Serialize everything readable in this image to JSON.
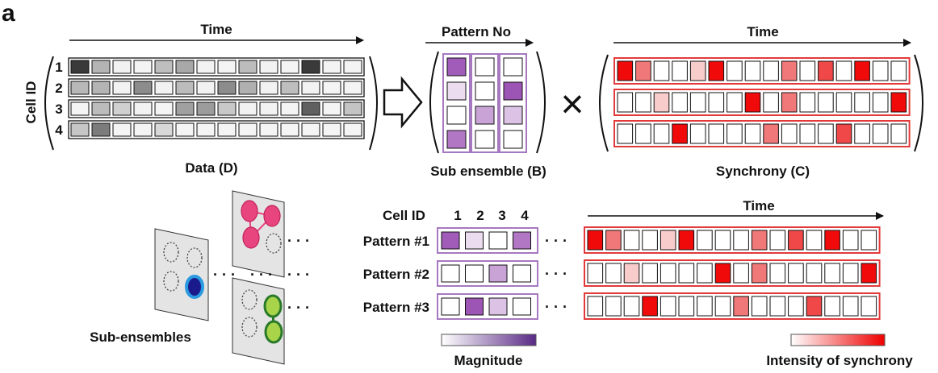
{
  "panel_label": "a",
  "top": {
    "data": {
      "time_label": "Time",
      "cell_id_label": "Cell ID",
      "row_labels": [
        "1",
        "2",
        "3",
        "4"
      ],
      "caption": "Data (D)",
      "rows": [
        [
          "#3a3a3a",
          "#b4b4b4",
          "#f2f2f2",
          "#f4f4f4",
          "#bebebe",
          "#a8a8a8",
          "#f2f2f2",
          "#f4f4f4",
          "#bcbcbc",
          "#f2f2f2",
          "#f4f4f4",
          "#3a3a3a",
          "#f4f4f4",
          "#f4f4f4"
        ],
        [
          "#b8b8b8",
          "#b4b4b4",
          "#f2f2f2",
          "#8c8c8c",
          "#f2f2f2",
          "#bcbcbc",
          "#f2f2f2",
          "#8c8c8c",
          "#b0b0b0",
          "#f2f2f2",
          "#bebebe",
          "#f2f2f2",
          "#f4f4f4",
          "#f4f4f4"
        ],
        [
          "#f4f4f4",
          "#bcbcbc",
          "#d0d0d0",
          "#f2f2f2",
          "#f4f4f4",
          "#a0a0a0",
          "#9c9c9c",
          "#c8c8c8",
          "#f2f2f2",
          "#f2f2f2",
          "#f4f4f4",
          "#606060",
          "#f4f4f4",
          "#c4c4c4"
        ],
        [
          "#c6c6c6",
          "#7c7c7c",
          "#f4f4f4",
          "#f4f4f4",
          "#d8d8d8",
          "#f4f4f4",
          "#f4f4f4",
          "#f4f4f4",
          "#f4f4f4",
          "#f4f4f4",
          "#f4f4f4",
          "#f4f4f4",
          "#f4f4f4",
          "#f4f4f4"
        ]
      ]
    },
    "sub_ensemble": {
      "pattern_label": "Pattern No",
      "caption": "Sub ensemble (B)",
      "columns": [
        [
          "#a05cb8",
          "#ebdcf0",
          "#ffffff",
          "#b277c4"
        ],
        [
          "#ffffff",
          "#ffffff",
          "#c9a3d6",
          "#ffffff"
        ],
        [
          "#ffffff",
          "#9d55b5",
          "#dcc3e5",
          "#ffffff"
        ]
      ]
    },
    "multiply_symbol": "×",
    "synchrony": {
      "time_label": "Time",
      "caption": "Synchrony (C)",
      "rows": [
        [
          "#f00a0a",
          "#f07878",
          "#ffffff",
          "#ffffff",
          "#f9cccc",
          "#f00a0a",
          "#ffffff",
          "#ffffff",
          "#ffffff",
          "#f07878",
          "#ffffff",
          "#f04848",
          "#ffffff",
          "#f00a0a",
          "#ffffff",
          "#ffffff"
        ],
        [
          "#ffffff",
          "#ffffff",
          "#f9cccc",
          "#ffffff",
          "#ffffff",
          "#ffffff",
          "#ffffff",
          "#f00a0a",
          "#ffffff",
          "#f07878",
          "#ffffff",
          "#ffffff",
          "#ffffff",
          "#ffffff",
          "#ffffff",
          "#f00a0a"
        ],
        [
          "#ffffff",
          "#ffffff",
          "#ffffff",
          "#f00a0a",
          "#ffffff",
          "#ffffff",
          "#ffffff",
          "#ffffff",
          "#f07878",
          "#ffffff",
          "#ffffff",
          "#ffffff",
          "#f04848",
          "#ffffff",
          "#ffffff",
          "#ffffff"
        ]
      ]
    }
  },
  "bottom": {
    "sub_ensembles_label": "Sub-ensembles",
    "cell_id_label": "Cell ID",
    "cell_ids": [
      "1",
      "2",
      "3",
      "4"
    ],
    "time_label": "Time",
    "ellipsis": "· · ·",
    "patterns": [
      {
        "label": "Pattern #1",
        "magnitudes": [
          "#a05cb8",
          "#ebdcf0",
          "#ffffff",
          "#b277c4"
        ],
        "synchrony": [
          "#f00a0a",
          "#f07878",
          "#ffffff",
          "#ffffff",
          "#f9cccc",
          "#f00a0a",
          "#ffffff",
          "#ffffff",
          "#ffffff",
          "#f07878",
          "#ffffff",
          "#f04848",
          "#ffffff",
          "#f00a0a",
          "#ffffff",
          "#ffffff"
        ]
      },
      {
        "label": "Pattern #2",
        "magnitudes": [
          "#ffffff",
          "#ffffff",
          "#c9a3d6",
          "#ffffff"
        ],
        "synchrony": [
          "#ffffff",
          "#ffffff",
          "#f9cccc",
          "#ffffff",
          "#ffffff",
          "#ffffff",
          "#ffffff",
          "#f00a0a",
          "#ffffff",
          "#f07878",
          "#ffffff",
          "#ffffff",
          "#ffffff",
          "#ffffff",
          "#ffffff",
          "#f00a0a"
        ]
      },
      {
        "label": "Pattern #3",
        "magnitudes": [
          "#ffffff",
          "#9d55b5",
          "#dcc3e5",
          "#ffffff"
        ],
        "synchrony": [
          "#ffffff",
          "#ffffff",
          "#ffffff",
          "#f00a0a",
          "#ffffff",
          "#ffffff",
          "#ffffff",
          "#ffffff",
          "#f07878",
          "#ffffff",
          "#ffffff",
          "#ffffff",
          "#f04848",
          "#ffffff",
          "#ffffff",
          "#ffffff"
        ]
      }
    ],
    "magnitude_label": "Magnitude",
    "synchrony_label": "Intensity of synchrony",
    "colors": {
      "purple_light": "#ffffff",
      "purple_dark": "#5a2a86",
      "red_light": "#ffffff",
      "red_dark": "#ee0000",
      "purple_frame": "#a678c0",
      "red_frame": "#e23a3a",
      "pattern1": "#e8457f",
      "pattern2_fill": "#1a1a8c",
      "pattern2_ring": "#2a9ae0",
      "pattern3_fill": "#a8d44a",
      "pattern3_ring": "#2a7a2a"
    }
  }
}
